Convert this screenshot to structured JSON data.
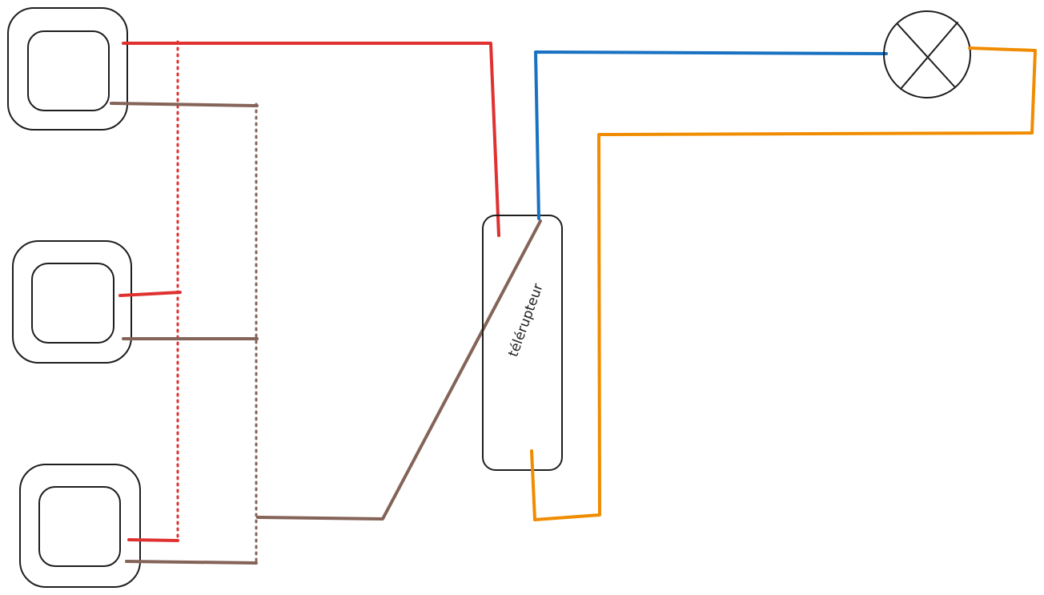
{
  "diagram": {
    "colors": {
      "outline": "#1e1e1e",
      "phase": "#e03131",
      "neutral": "#846358",
      "return": "#1971c2",
      "lamp_wire": "#f08c00",
      "background": "#ffffff"
    },
    "components": {
      "push_buttons": [
        {
          "id": "push-button-1",
          "icon": "push-button-icon"
        },
        {
          "id": "push-button-2",
          "icon": "push-button-icon"
        },
        {
          "id": "push-button-3",
          "icon": "push-button-icon"
        }
      ],
      "relay": {
        "label": "télérupteur",
        "icon": "relay-box-icon"
      },
      "lamp": {
        "icon": "lamp-cross-icon"
      }
    }
  }
}
